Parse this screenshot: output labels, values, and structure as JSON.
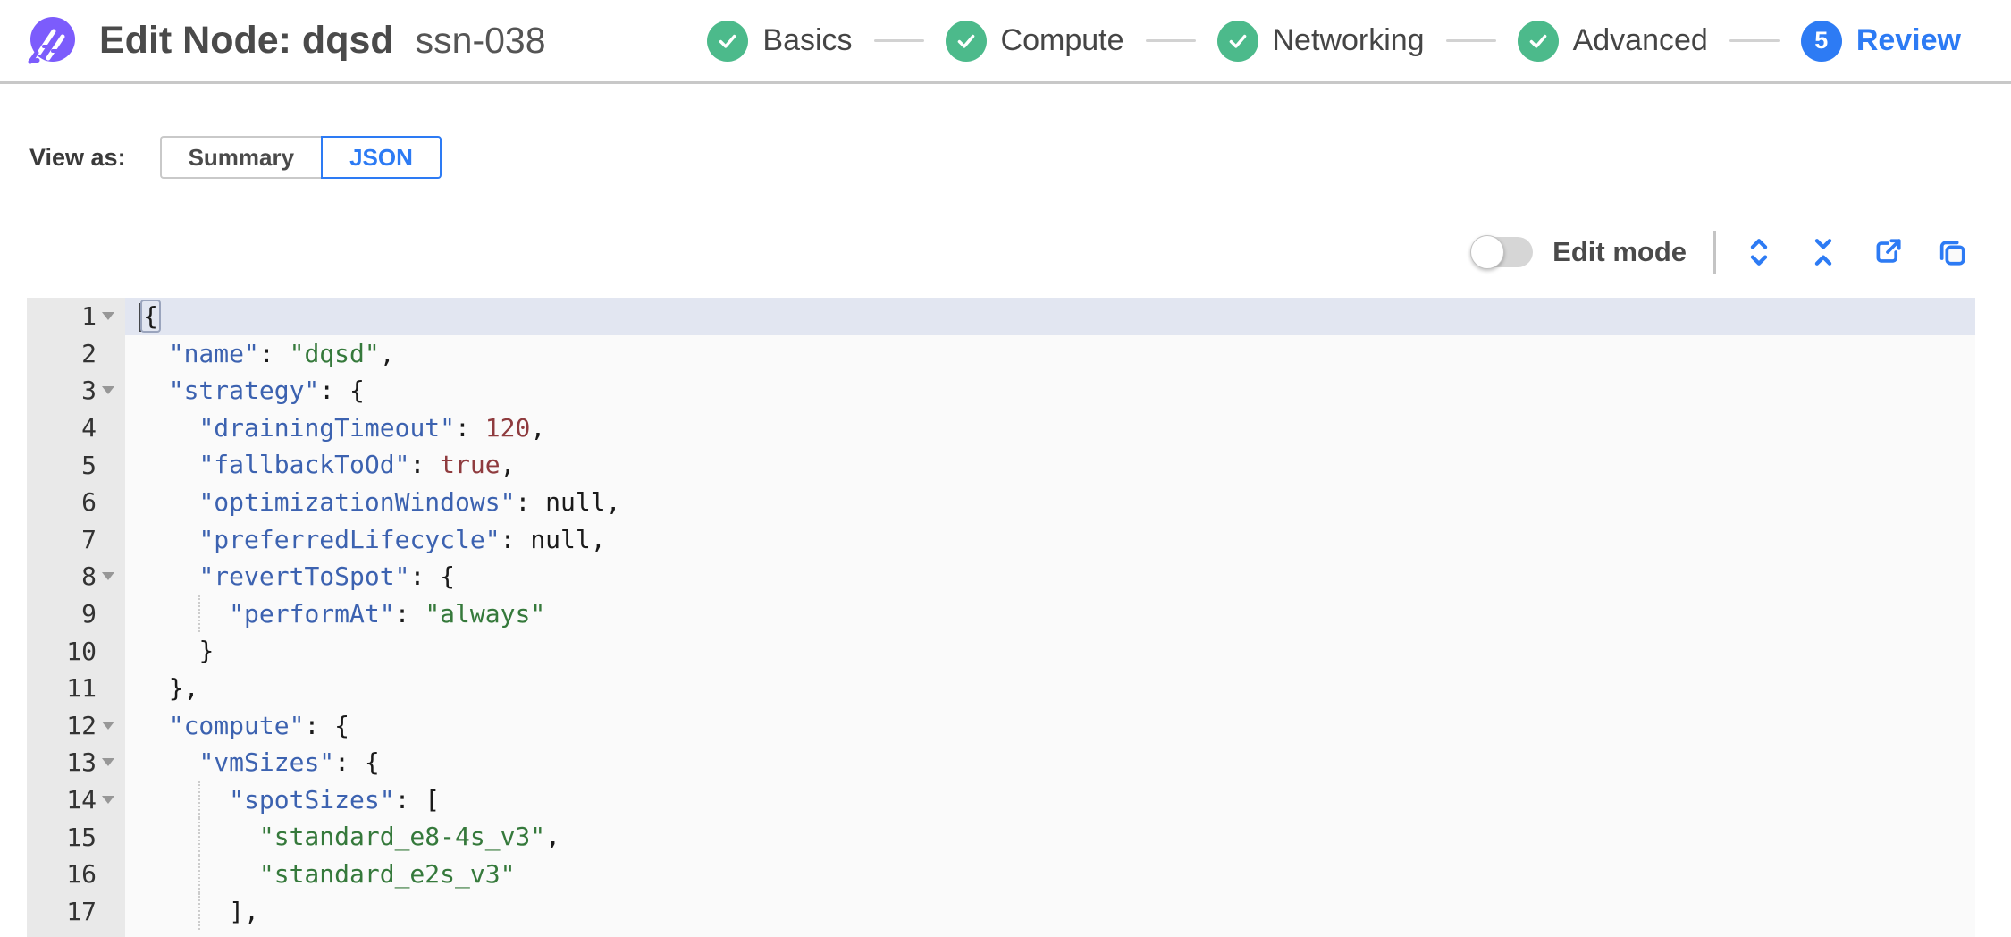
{
  "header": {
    "title": "Edit Node: dqsd",
    "node_id": "ssn-038",
    "stepper": [
      {
        "label": "Basics",
        "state": "done"
      },
      {
        "label": "Compute",
        "state": "done"
      },
      {
        "label": "Networking",
        "state": "done"
      },
      {
        "label": "Advanced",
        "state": "done"
      },
      {
        "label": "Review",
        "state": "current",
        "number": "5"
      }
    ]
  },
  "view_as": {
    "label": "View as:",
    "options": [
      {
        "label": "Summary",
        "selected": false
      },
      {
        "label": "JSON",
        "selected": true
      }
    ]
  },
  "toolbar": {
    "edit_mode_label": "Edit mode",
    "edit_mode_on": false,
    "icons": [
      "expand-all-icon",
      "collapse-all-icon",
      "export-icon",
      "copy-icon"
    ]
  },
  "colors": {
    "brand_purple": "#7c5cfc",
    "step_done_green": "#4cba8b",
    "accent_blue": "#2d7bf4",
    "title_gray": "#4a4a4a",
    "editor_bg": "#fafafa",
    "gutter_bg": "#e9e9e9",
    "active_line_bg": "#e2e6f1",
    "json_key": "#3c62b0",
    "json_string": "#35793b",
    "json_number": "#8f3b3e"
  },
  "editor": {
    "lines": [
      {
        "num": 1,
        "fold": true,
        "active": true,
        "cursor": true,
        "guide": false,
        "segments": [
          {
            "t": "punc",
            "v": "{",
            "box": true
          }
        ]
      },
      {
        "num": 2,
        "fold": false,
        "guide": false,
        "segments": [
          {
            "t": "plain",
            "v": "  "
          },
          {
            "t": "key",
            "v": "\"name\""
          },
          {
            "t": "punc",
            "v": ": "
          },
          {
            "t": "str",
            "v": "\"dqsd\""
          },
          {
            "t": "punc",
            "v": ","
          }
        ]
      },
      {
        "num": 3,
        "fold": true,
        "guide": false,
        "segments": [
          {
            "t": "plain",
            "v": "  "
          },
          {
            "t": "key",
            "v": "\"strategy\""
          },
          {
            "t": "punc",
            "v": ": {"
          }
        ]
      },
      {
        "num": 4,
        "fold": false,
        "guide": false,
        "segments": [
          {
            "t": "plain",
            "v": "    "
          },
          {
            "t": "key",
            "v": "\"drainingTimeout\""
          },
          {
            "t": "punc",
            "v": ": "
          },
          {
            "t": "num",
            "v": "120"
          },
          {
            "t": "punc",
            "v": ","
          }
        ]
      },
      {
        "num": 5,
        "fold": false,
        "guide": false,
        "segments": [
          {
            "t": "plain",
            "v": "    "
          },
          {
            "t": "key",
            "v": "\"fallbackToOd\""
          },
          {
            "t": "punc",
            "v": ": "
          },
          {
            "t": "bool",
            "v": "true"
          },
          {
            "t": "punc",
            "v": ","
          }
        ]
      },
      {
        "num": 6,
        "fold": false,
        "guide": false,
        "segments": [
          {
            "t": "plain",
            "v": "    "
          },
          {
            "t": "key",
            "v": "\"optimizationWindows\""
          },
          {
            "t": "punc",
            "v": ": "
          },
          {
            "t": "null",
            "v": "null"
          },
          {
            "t": "punc",
            "v": ","
          }
        ]
      },
      {
        "num": 7,
        "fold": false,
        "guide": false,
        "segments": [
          {
            "t": "plain",
            "v": "    "
          },
          {
            "t": "key",
            "v": "\"preferredLifecycle\""
          },
          {
            "t": "punc",
            "v": ": "
          },
          {
            "t": "null",
            "v": "null"
          },
          {
            "t": "punc",
            "v": ","
          }
        ]
      },
      {
        "num": 8,
        "fold": true,
        "guide": false,
        "segments": [
          {
            "t": "plain",
            "v": "    "
          },
          {
            "t": "key",
            "v": "\"revertToSpot\""
          },
          {
            "t": "punc",
            "v": ": {"
          }
        ]
      },
      {
        "num": 9,
        "fold": false,
        "guide": true,
        "segments": [
          {
            "t": "plain",
            "v": "      "
          },
          {
            "t": "key",
            "v": "\"performAt\""
          },
          {
            "t": "punc",
            "v": ": "
          },
          {
            "t": "str",
            "v": "\"always\""
          }
        ]
      },
      {
        "num": 10,
        "fold": false,
        "guide": false,
        "segments": [
          {
            "t": "plain",
            "v": "    "
          },
          {
            "t": "punc",
            "v": "}"
          }
        ]
      },
      {
        "num": 11,
        "fold": false,
        "guide": false,
        "segments": [
          {
            "t": "plain",
            "v": "  "
          },
          {
            "t": "punc",
            "v": "},"
          }
        ]
      },
      {
        "num": 12,
        "fold": true,
        "guide": false,
        "segments": [
          {
            "t": "plain",
            "v": "  "
          },
          {
            "t": "key",
            "v": "\"compute\""
          },
          {
            "t": "punc",
            "v": ": {"
          }
        ]
      },
      {
        "num": 13,
        "fold": true,
        "guide": false,
        "segments": [
          {
            "t": "plain",
            "v": "    "
          },
          {
            "t": "key",
            "v": "\"vmSizes\""
          },
          {
            "t": "punc",
            "v": ": {"
          }
        ]
      },
      {
        "num": 14,
        "fold": true,
        "guide": true,
        "segments": [
          {
            "t": "plain",
            "v": "      "
          },
          {
            "t": "key",
            "v": "\"spotSizes\""
          },
          {
            "t": "punc",
            "v": ": ["
          }
        ]
      },
      {
        "num": 15,
        "fold": false,
        "guide": true,
        "segments": [
          {
            "t": "plain",
            "v": "        "
          },
          {
            "t": "str",
            "v": "\"standard_e8-4s_v3\""
          },
          {
            "t": "punc",
            "v": ","
          }
        ]
      },
      {
        "num": 16,
        "fold": false,
        "guide": true,
        "segments": [
          {
            "t": "plain",
            "v": "        "
          },
          {
            "t": "str",
            "v": "\"standard_e2s_v3\""
          }
        ]
      },
      {
        "num": 17,
        "fold": false,
        "guide": true,
        "segments": [
          {
            "t": "plain",
            "v": "      "
          },
          {
            "t": "punc",
            "v": "],"
          }
        ]
      }
    ]
  }
}
